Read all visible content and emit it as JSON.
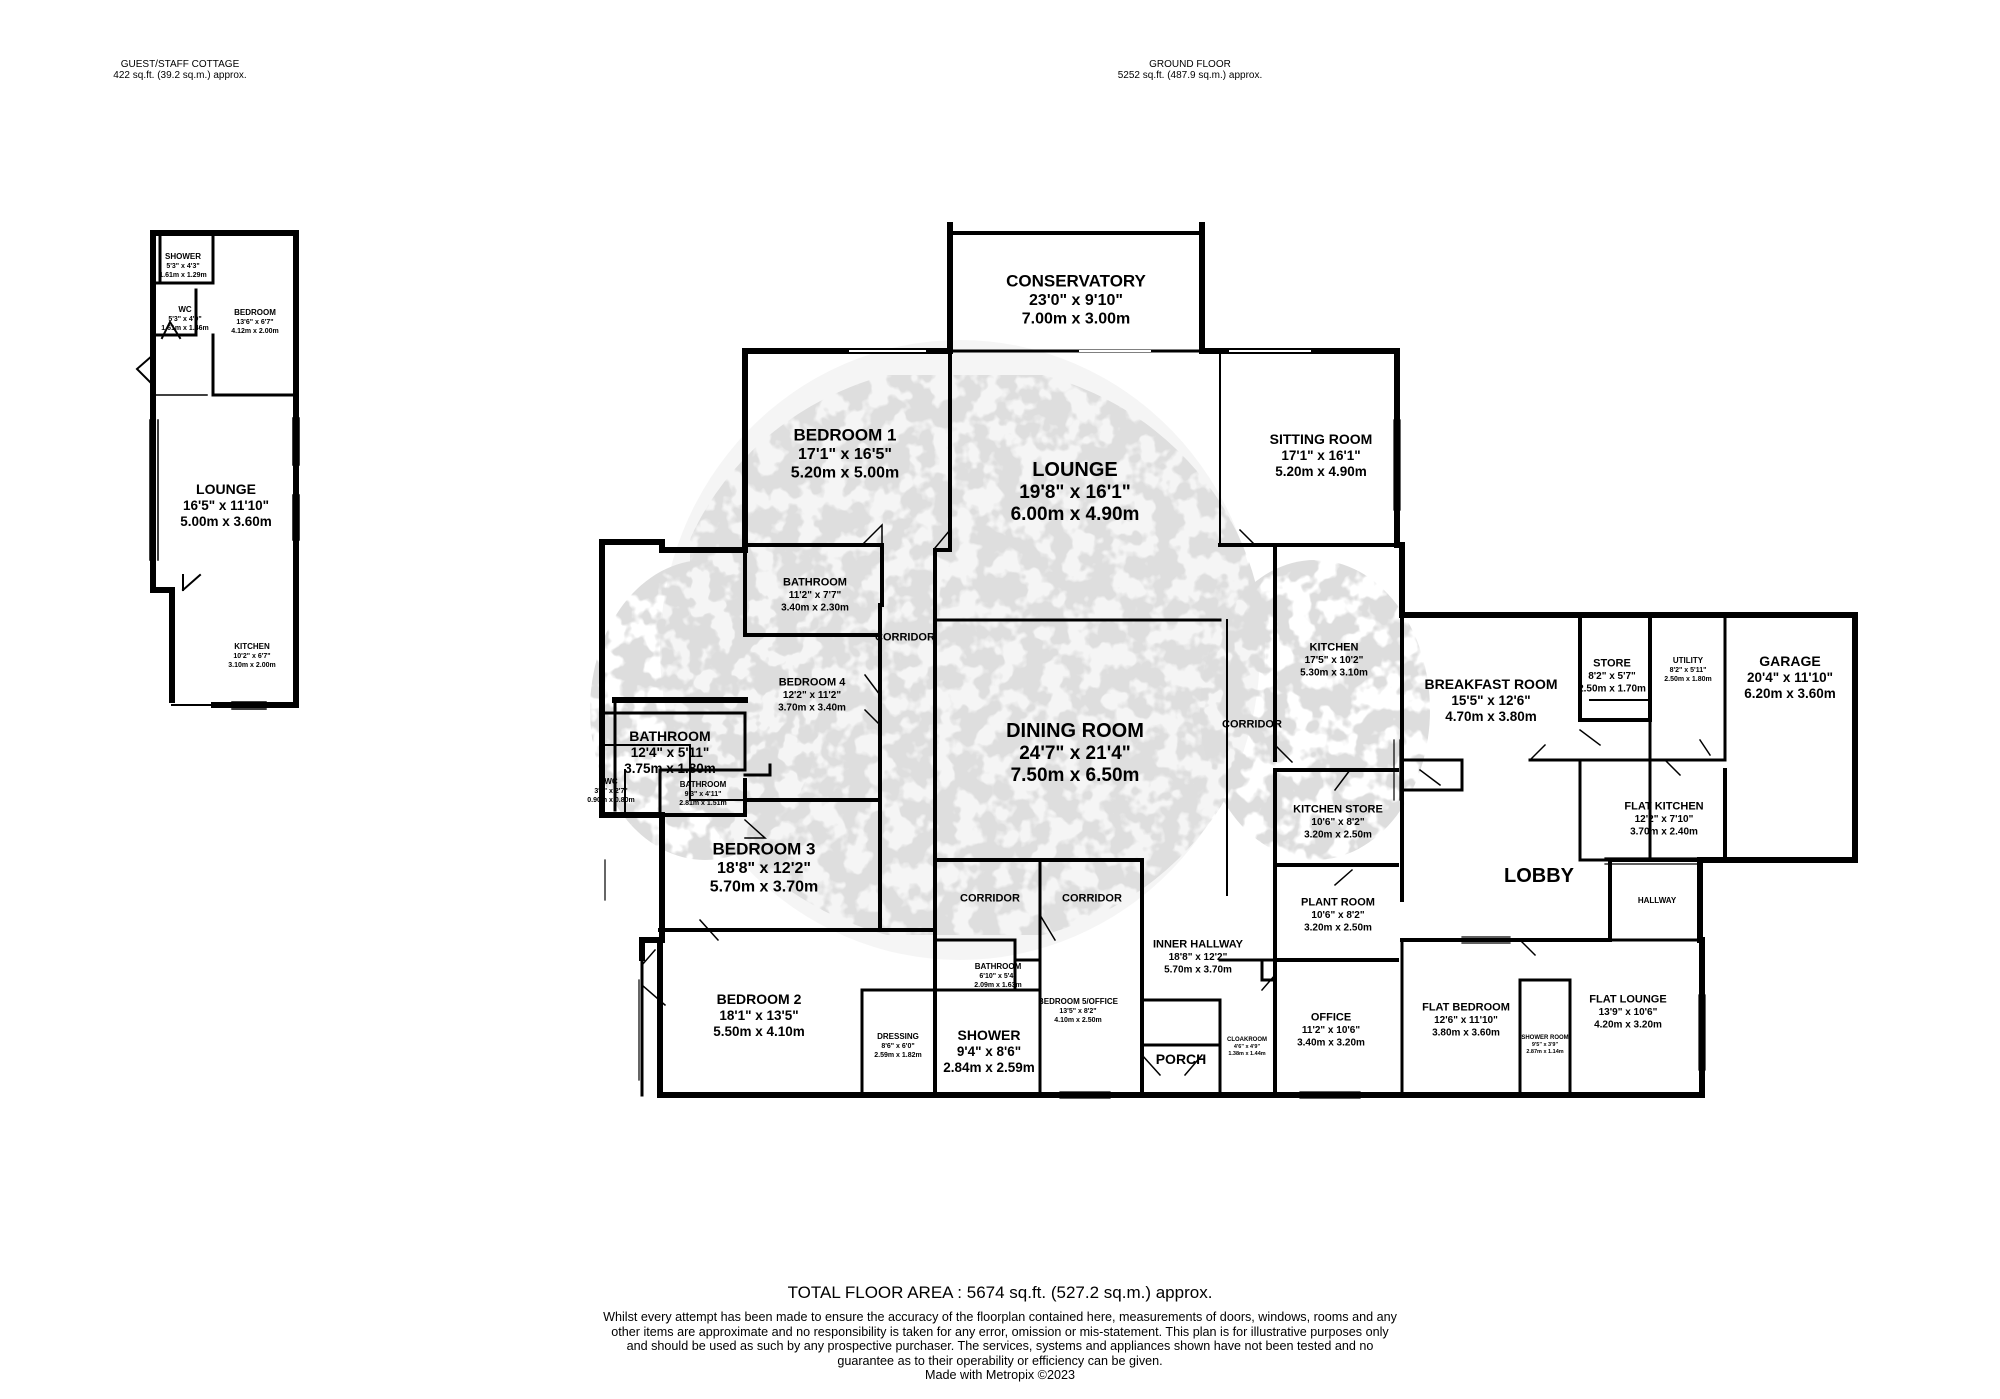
{
  "headers": {
    "cottage": {
      "title": "GUEST/STAFF COTTAGE",
      "area": "422 sq.ft. (39.2 sq.m.) approx."
    },
    "ground": {
      "title": "GROUND FLOOR",
      "area": "5252 sq.ft. (487.9 sq.m.) approx."
    }
  },
  "rooms": {
    "shower_c": [
      "SHOWER",
      "5'3\" x 4'3\"",
      "1.61m x 1.29m"
    ],
    "wc_c": [
      "WC",
      "5'3\" x 4'9\"",
      "1.61m x 1.46m"
    ],
    "bedroom_c": [
      "BEDROOM",
      "13'6\" x 6'7\"",
      "4.12m x 2.00m"
    ],
    "lounge_c": [
      "LOUNGE",
      "16'5\" x 11'10\"",
      "5.00m x 3.60m"
    ],
    "kitchen_c": [
      "KITCHEN",
      "10'2\" x 6'7\"",
      "3.10m x 2.00m"
    ],
    "conservatory": [
      "CONSERVATORY",
      "23'0\" x 9'10\"",
      "7.00m x 3.00m"
    ],
    "bedroom1": [
      "BEDROOM 1",
      "17'1\" x 16'5\"",
      "5.20m x 5.00m"
    ],
    "lounge": [
      "LOUNGE",
      "19'8\" x 16'1\"",
      "6.00m x 4.90m"
    ],
    "sitting": [
      "SITTING ROOM",
      "17'1\" x 16'1\"",
      "5.20m x 4.90m"
    ],
    "bathroom_a": [
      "BATHROOM",
      "11'2\" x 7'7\"",
      "3.40m x 2.30m"
    ],
    "corridor_a": [
      "CORRIDOR"
    ],
    "kitchen": [
      "KITCHEN",
      "17'5\" x 10'2\"",
      "5.30m x 3.10m"
    ],
    "breakfast": [
      "BREAKFAST ROOM",
      "15'5\" x 12'6\"",
      "4.70m x 3.80m"
    ],
    "store": [
      "STORE",
      "8'2\" x 5'7\"",
      "2.50m x 1.70m"
    ],
    "utility": [
      "UTILITY",
      "8'2\" x 5'11\"",
      "2.50m x 1.80m"
    ],
    "garage": [
      "GARAGE",
      "20'4\" x 11'10\"",
      "6.20m x 3.60m"
    ],
    "bedroom4": [
      "BEDROOM 4",
      "12'2\" x 11'2\"",
      "3.70m x 3.40m"
    ],
    "dining": [
      "DINING ROOM",
      "24'7\" x 21'4\"",
      "7.50m x 6.50m"
    ],
    "corridor_b": [
      "CORRIDOR"
    ],
    "bathroom_b": [
      "BATHROOM",
      "12'4\" x 5'11\"",
      "3.75m x 1.80m"
    ],
    "wc_b": [
      "WC",
      "3'0\" x 2'7\"",
      "0.90m x 0.80m"
    ],
    "bathroom_c": [
      "BATHROOM",
      "9'3\" x 4'11\"",
      "2.81m x 1.51m"
    ],
    "kitchen_store": [
      "KITCHEN STORE",
      "10'6\" x 8'2\"",
      "3.20m x 2.50m"
    ],
    "flat_kitchen": [
      "FLAT KITCHEN",
      "12'2\" x 7'10\"",
      "3.70m x 2.40m"
    ],
    "bedroom3": [
      "BEDROOM 3",
      "18'8\" x 12'2\"",
      "5.70m x 3.70m"
    ],
    "lobby": [
      "LOBBY"
    ],
    "corridor_c": [
      "CORRIDOR"
    ],
    "corridor_d": [
      "CORRIDOR"
    ],
    "plant": [
      "PLANT ROOM",
      "10'6\" x 8'2\"",
      "3.20m x 2.50m"
    ],
    "hallway": [
      "HALLWAY"
    ],
    "inner_hall": [
      "INNER HALLWAY",
      "18'8\" x 12'2\"",
      "5.70m x 3.70m"
    ],
    "bathroom_d": [
      "BATHROOM",
      "6'10\" x 5'4\"",
      "2.09m x 1.63m"
    ],
    "bedroom2": [
      "BEDROOM 2",
      "18'1\" x 13'5\"",
      "5.50m x 4.10m"
    ],
    "bedroom5": [
      "BEDROOM 5/OFFICE",
      "13'5\" x 8'2\"",
      "4.10m x 2.50m"
    ],
    "office": [
      "OFFICE",
      "11'2\" x 10'6\"",
      "3.40m x 3.20m"
    ],
    "flat_bedroom": [
      "FLAT BEDROOM",
      "12'6\" x 11'10\"",
      "3.80m x 3.60m"
    ],
    "flat_lounge": [
      "FLAT LOUNGE",
      "13'9\" x 10'6\"",
      "4.20m x 3.20m"
    ],
    "dressing": [
      "DRESSING",
      "8'6\" x 6'0\"",
      "2.59m x 1.82m"
    ],
    "shower": [
      "SHOWER",
      "9'4\" x 8'6\"",
      "2.84m x 2.59m"
    ],
    "cloakroom": [
      "CLOAKROOM",
      "4'6\" x 4'9\"",
      "1.38m x 1.44m"
    ],
    "shower_room": [
      "SHOWER ROOM",
      "9'5\" x 3'9\"",
      "2.87m x 1.14m"
    ],
    "porch": [
      "PORCH"
    ]
  },
  "footer": {
    "total": "TOTAL FLOOR AREA : 5674 sq.ft. (527.2 sq.m.) approx.",
    "disclaimer": "Whilst every attempt has been made to ensure the accuracy of the floorplan contained here, measurements of doors, windows, rooms and any other items are approximate and no responsibility is taken for any error, omission or mis-statement. This plan is for illustrative purposes only and should be used as such by any prospective purchaser. The services, systems and appliances shown have not been tested and no guarantee as to their operability or efficiency can be given.",
    "made_with": "Made with Metropix ©2023"
  }
}
